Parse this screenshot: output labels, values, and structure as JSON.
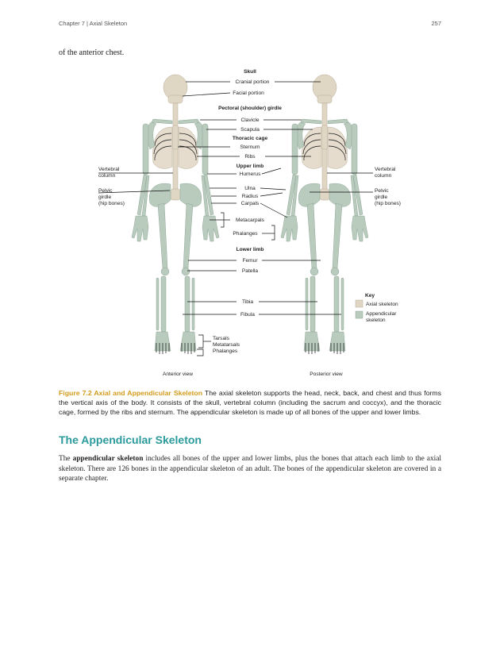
{
  "header": {
    "chapter": "Chapter 7 | Axial Skeleton",
    "page": "257"
  },
  "lead_text": "of the anterior chest.",
  "figure": {
    "labels": {
      "skull": "Skull",
      "cranial": "Cranial portion",
      "facial": "Facial portion",
      "pectoral": "Pectoral (shoulder) girdle",
      "clavicle": "Clavicle",
      "scapula": "Scapula",
      "thoracic": "Thoracic cage",
      "sternum": "Sternum",
      "ribs": "Ribs",
      "upper_limb": "Upper limb",
      "humerus": "Humerus",
      "ulna": "Ulna",
      "radius": "Radius",
      "carpals": "Carpals",
      "metacarpals": "Metacarpals",
      "phalanges_hand": "Phalanges",
      "lower_limb": "Lower limb",
      "femur": "Femur",
      "patella": "Patella",
      "tibia": "Tibia",
      "fibula": "Fibula",
      "tarsals": "Tarsals",
      "metatarsals": "Metatarsals",
      "phalanges_foot": "Phalanges",
      "vertebral_1": "Vertebral",
      "vertebral_2": "column",
      "pelvic_1": "Pelvic",
      "pelvic_2": "girdle",
      "pelvic_3": "(hip bones)",
      "anterior_view": "Anterior view",
      "posterior_view": "Posterior view"
    },
    "key": {
      "title": "Key",
      "axial": "Axial skeleton",
      "appendicular_1": "Appendicular",
      "appendicular_2": "skeleton",
      "axial_color": "#e0d6c4",
      "appendicular_color": "#b8cbbd"
    }
  },
  "caption": {
    "number": "Figure 7.2 Axial and Appendicular Skeleton",
    "text": "The axial skeleton supports the head, neck, back, and chest and thus forms the vertical axis of the body. It consists of the skull, vertebral column (including the sacrum and coccyx), and the thoracic cage, formed by the ribs and sternum. The appendicular skeleton is made up of all bones of the upper and lower limbs."
  },
  "section": {
    "title": "The Appendicular Skeleton",
    "para_pre": "The ",
    "term": "appendicular skeleton",
    "para_post": " includes all bones of the upper and lower limbs, plus the bones that attach each limb to the axial skeleton. There are 126 bones in the appendicular skeleton of an adult. The bones of the appendicular skeleton are covered in a separate chapter."
  },
  "colors": {
    "section_title": "#2b9a9c",
    "figure_number": "#d49b1c"
  }
}
